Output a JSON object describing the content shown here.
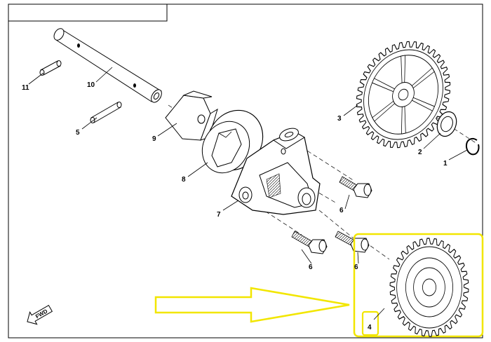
{
  "callouts": {
    "c1": "1",
    "c2": "2",
    "c3": "3",
    "c4": "4",
    "c5": "5",
    "c6a": "6",
    "c6b": "6",
    "c6c": "6",
    "c7": "7",
    "c8": "8",
    "c9": "9",
    "c10": "10",
    "c11": "11"
  },
  "fwd_label": "FWD",
  "highlight_color": "#f2e600",
  "line_color": "#000000"
}
